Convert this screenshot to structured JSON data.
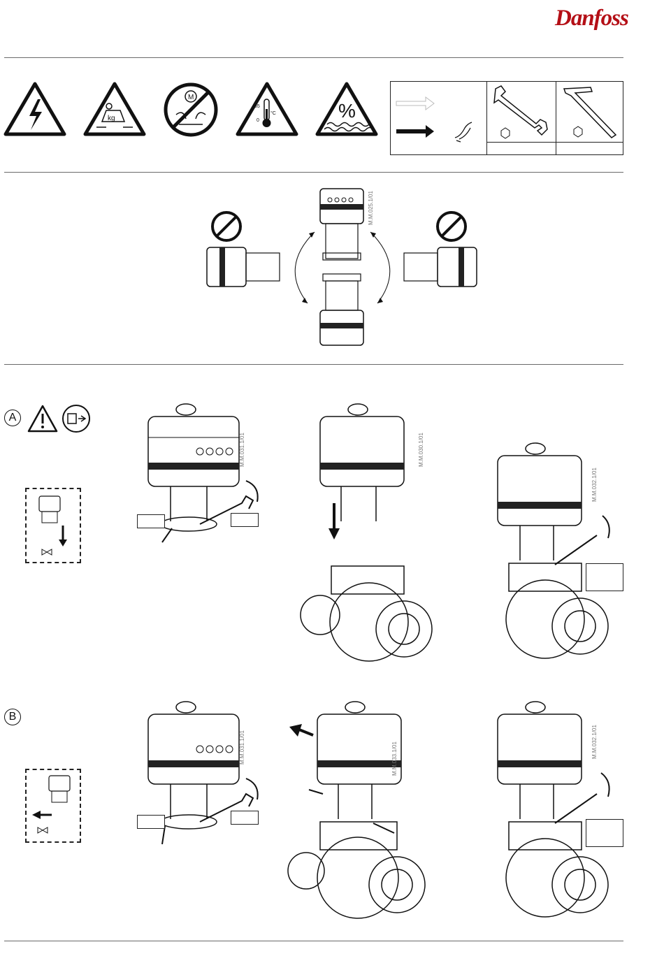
{
  "header": {
    "brand": "Danfoss"
  },
  "warnings": [
    {
      "icon": "electric-hazard-icon"
    },
    {
      "icon": "heavy-weight-icon",
      "label": "kg"
    },
    {
      "icon": "no-motor-lifting-icon",
      "label": "M"
    },
    {
      "icon": "temperature-limit-icon",
      "temp_high": "55",
      "temp_low": "0",
      "unit": "°C"
    },
    {
      "icon": "humidity-percent-icon",
      "label": "%"
    }
  ],
  "tools": [
    {
      "icon": "flow-arrows-icon"
    },
    {
      "icon": "open-end-wrench-icon"
    },
    {
      "icon": "allen-key-icon"
    }
  ],
  "mounting": {
    "code": "M.M.025.1/01"
  },
  "steps": {
    "a": {
      "label": "A",
      "codes": [
        "M.M.031.1/01",
        "M.M.030.1/01",
        "M.M.032.1/01"
      ]
    },
    "b": {
      "label": "B",
      "codes": [
        "M.M.031.1/01",
        "M.M.033.1/01",
        "M.M.032.1/01"
      ]
    }
  }
}
